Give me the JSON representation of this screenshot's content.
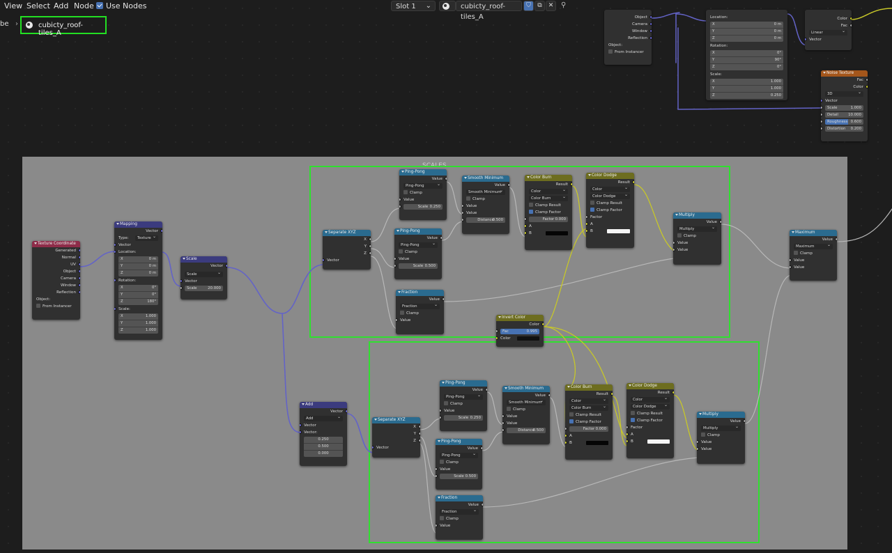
{
  "menu": {
    "view": "View",
    "select": "Select",
    "add": "Add",
    "node": "Node",
    "use_nodes": "Use Nodes"
  },
  "header": {
    "slot": "Slot 1",
    "material": "cubicty_roof-tiles_A",
    "breadcrumb_prefix": "be",
    "breadcrumb_material": "cubicty_roof-tiles_A"
  },
  "frame": {
    "title": "SCALES"
  },
  "top": {
    "tex_outs": [
      "Object",
      "Camera",
      "Window",
      "Reflection"
    ],
    "object_label": "Object:",
    "from_instancer": "From Instancer",
    "location_label": "Location:",
    "rotation_label": "Rotation:",
    "scale_label": "Scale:",
    "loc": [
      [
        "X",
        "0 m"
      ],
      [
        "Y",
        "0 m"
      ],
      [
        "Z",
        "0 m"
      ]
    ],
    "rot": [
      [
        "X",
        "0°"
      ],
      [
        "Y",
        "90°"
      ],
      [
        "Z",
        "0°"
      ]
    ],
    "scl": [
      [
        "X",
        "1.000"
      ],
      [
        "Y",
        "1.000"
      ],
      [
        "Z",
        "0.250"
      ]
    ],
    "ramp": {
      "color": "Color",
      "fac": "Fac",
      "interp": "Linear",
      "vector": "Vector"
    },
    "noise": {
      "title": "Noise Texture",
      "fac": "Fac",
      "color": "Color",
      "dim": "3D",
      "vector": "Vector",
      "scale": [
        "Scale",
        "1.000"
      ],
      "detail": [
        "Detail",
        "10.000"
      ],
      "rough": [
        "Roughness",
        "0.600"
      ],
      "dist": [
        "Distortion",
        "0.200"
      ]
    }
  },
  "texcoord": {
    "title": "Texture Coordinate",
    "outs": [
      "Generated",
      "Normal",
      "UV",
      "Object",
      "Camera",
      "Window",
      "Reflection"
    ],
    "object_label": "Object:",
    "from_instancer": "From Instancer"
  },
  "mapping": {
    "title": "Mapping",
    "vector_out": "Vector",
    "type_label": "Type:",
    "type": "Texture",
    "vector_in": "Vector",
    "location_label": "Location:",
    "rotation_label": "Rotation:",
    "scale_label": "Scale:",
    "loc": [
      [
        "X",
        "0 m"
      ],
      [
        "Y",
        "0 m"
      ],
      [
        "Z",
        "0 m"
      ]
    ],
    "rot": [
      [
        "X",
        "0°"
      ],
      [
        "Y",
        "0°"
      ],
      [
        "Z",
        "180°"
      ]
    ],
    "scl": [
      [
        "X",
        "1.000"
      ],
      [
        "Y",
        "1.000"
      ],
      [
        "Z",
        "1.000"
      ]
    ]
  },
  "scale": {
    "title": "Scale",
    "vector_out": "Vector",
    "mode": "Scale",
    "vector_in": "Vector",
    "scale": [
      "Scale",
      "20.000"
    ]
  },
  "add": {
    "title": "Add",
    "vector_out": "Vector",
    "mode": "Add",
    "vector_in": "Vector",
    "vector_label": "Vector:",
    "vals": [
      "0.250",
      "0.500",
      "0.000"
    ]
  },
  "invert": {
    "title": "Invert Color",
    "color_out": "Color",
    "fac": [
      "Fac",
      "0.995"
    ],
    "color_in": "Color"
  },
  "maximum": {
    "title": "Maximum",
    "value_out": "Value",
    "mode": "Maximum",
    "clamp": "Clamp",
    "in1": "Value",
    "in2": "Value"
  },
  "g1": {
    "sep": {
      "title": "Separate XYZ",
      "x": "X",
      "y": "Y",
      "z": "Z",
      "vector": "Vector"
    },
    "pp1": {
      "title": "Ping-Pong",
      "value_out": "Value",
      "mode": "Ping-Pong",
      "clamp": "Clamp",
      "value_in": "Value",
      "scale": [
        "Scale",
        "0.250"
      ]
    },
    "pp2": {
      "title": "Ping-Pong",
      "value_out": "Value",
      "mode": "Ping-Pong",
      "clamp": "Clamp",
      "value_in": "Value",
      "scale": [
        "Scale",
        "0.500"
      ]
    },
    "frac": {
      "title": "Fraction",
      "value_out": "Value",
      "mode": "Fraction",
      "clamp": "Clamp",
      "value_in": "Value"
    },
    "smin": {
      "title": "Smooth Minimum",
      "value_out": "Value",
      "mode": "Smooth Minimum",
      "clamp": "Clamp",
      "v1": "Value",
      "v2": "Value",
      "dist": [
        "Distance",
        "0.500"
      ]
    },
    "burn": {
      "title": "Color Burn",
      "result": "Result",
      "m1": "Color",
      "m2": "Color Burn",
      "clamp_result": "Clamp Result",
      "clamp_factor": "Clamp Factor",
      "factor": [
        "Factor",
        "0.000"
      ],
      "a": "A",
      "b": "B"
    },
    "dodge": {
      "title": "Color Dodge",
      "result": "Result",
      "m1": "Color",
      "m2": "Color Dodge",
      "clamp_result": "Clamp Result",
      "clamp_factor": "Clamp Factor",
      "factor": "Factor",
      "a": "A",
      "b": "B"
    },
    "mul": {
      "title": "Multiply",
      "value_out": "Value",
      "mode": "Multiply",
      "clamp": "Clamp",
      "v1": "Value",
      "v2": "Value"
    }
  },
  "g2": {
    "sep": {
      "title": "Separate XYZ",
      "x": "X",
      "y": "Y",
      "z": "Z",
      "vector": "Vector"
    },
    "pp1": {
      "title": "Ping-Pong",
      "value_out": "Value",
      "mode": "Ping-Pong",
      "clamp": "Clamp",
      "value_in": "Value",
      "scale": [
        "Scale",
        "0.250"
      ]
    },
    "pp2": {
      "title": "Ping-Pong",
      "value_out": "Value",
      "mode": "Ping-Pong",
      "clamp": "Clamp",
      "value_in": "Value",
      "scale": [
        "Scale",
        "0.500"
      ]
    },
    "frac": {
      "title": "Fraction",
      "value_out": "Value",
      "mode": "Fraction",
      "clamp": "Clamp",
      "value_in": "Value"
    },
    "smin": {
      "title": "Smooth Minimum",
      "value_out": "Value",
      "mode": "Smooth Minimum",
      "clamp": "Clamp",
      "v1": "Value",
      "v2": "Value",
      "dist": [
        "Distance",
        "0.500"
      ]
    },
    "burn": {
      "title": "Color Burn",
      "result": "Result",
      "m1": "Color",
      "m2": "Color Burn",
      "clamp_result": "Clamp Result",
      "clamp_factor": "Clamp Factor",
      "factor": [
        "Factor",
        "0.000"
      ],
      "a": "A",
      "b": "B"
    },
    "dodge": {
      "title": "Color Dodge",
      "result": "Result",
      "m1": "Color",
      "m2": "Color Dodge",
      "clamp_result": "Clamp Result",
      "clamp_factor": "Clamp Factor",
      "factor": "Factor",
      "a": "A",
      "b": "B"
    },
    "mul": {
      "title": "Multiply",
      "value_out": "Value",
      "mode": "Multiply",
      "clamp": "Clamp",
      "v1": "Value",
      "v2": "Value"
    }
  },
  "colors": {
    "input_header": "#8e2c49",
    "vector_header": "#3b3b7e",
    "converter_header": "#2a6b8f",
    "color_header": "#6d6d1f",
    "texture_header": "#a4561b",
    "selection": "#23e023"
  }
}
